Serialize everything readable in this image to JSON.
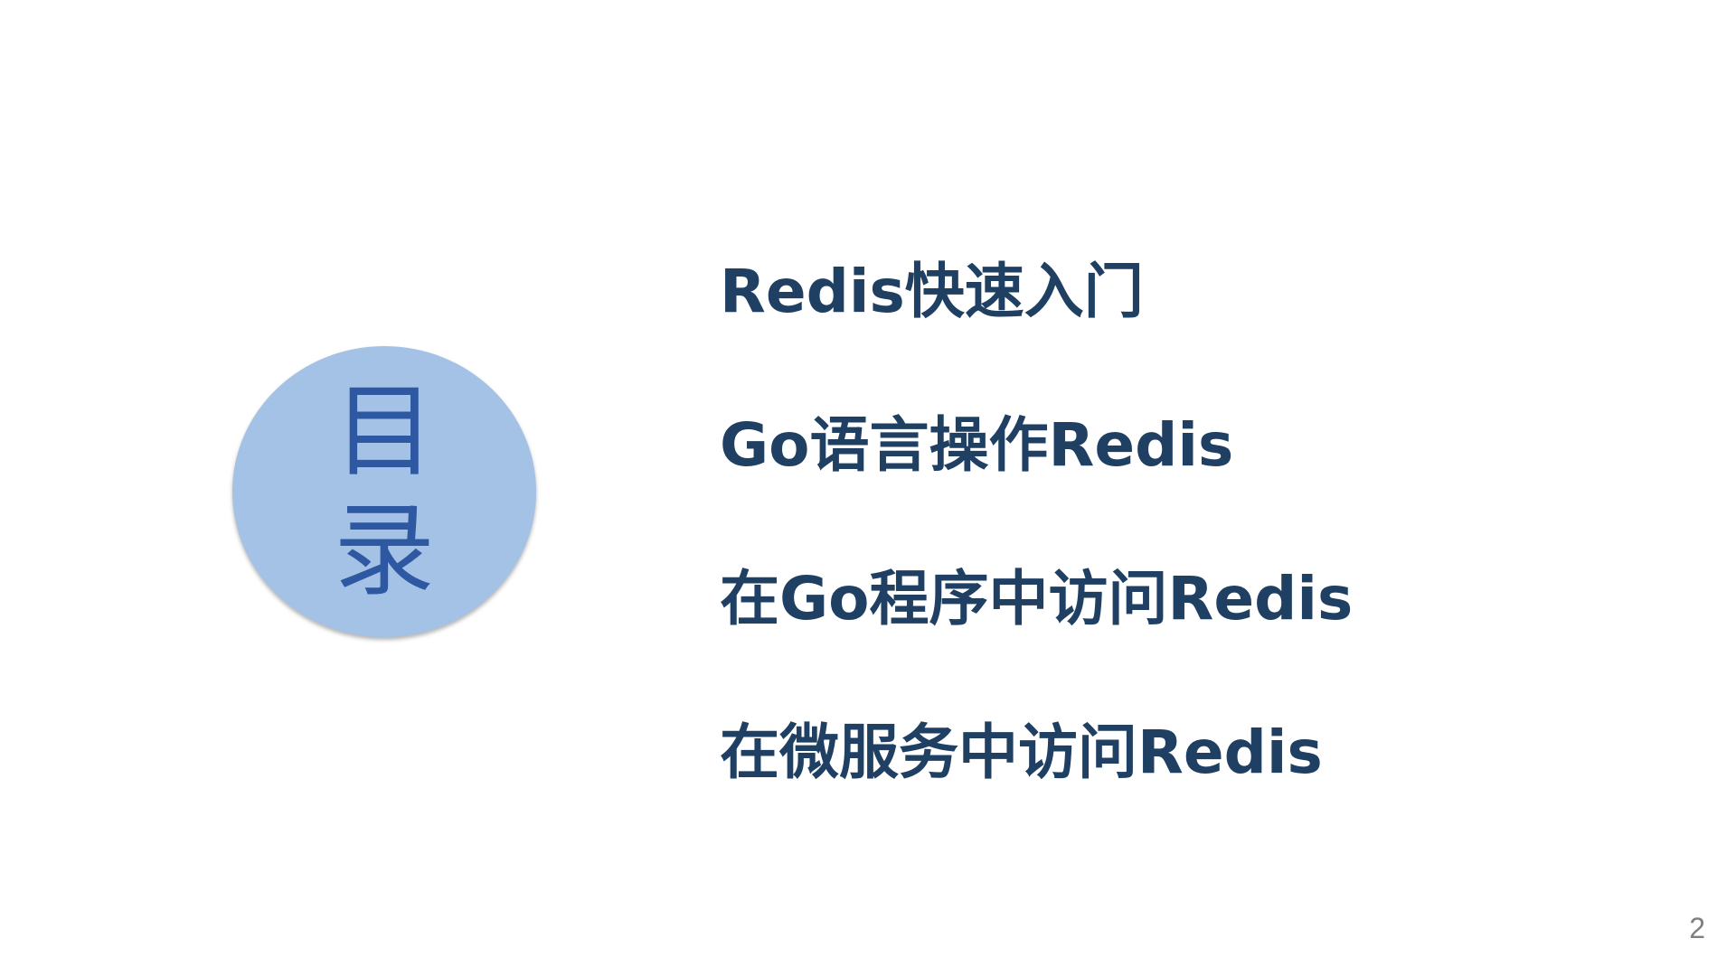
{
  "toc": {
    "title_chars": [
      "目",
      "录"
    ],
    "items": [
      "Redis快速入门",
      "Go语言操作Redis",
      "在Go程序中访问Redis",
      "在微服务中访问Redis"
    ]
  },
  "page_number": "2",
  "colors": {
    "circle_fill": "#a4c2e6",
    "circle_text": "#2f58a2",
    "item_text": "#1f3f63",
    "page_number": "#7f7f7f"
  }
}
